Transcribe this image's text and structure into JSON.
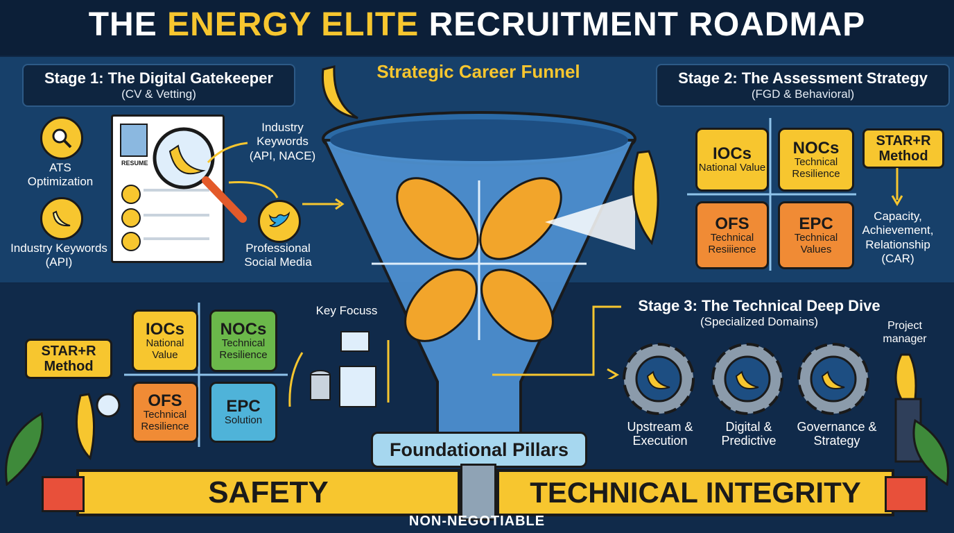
{
  "title": {
    "part1": "THE",
    "part2": "ENERGY ELITE",
    "part3": "RECRUITMENT ROADMAP"
  },
  "stage1": {
    "heading": "Stage 1: The Digital Gatekeeper",
    "sub": "(CV & Vetting)",
    "ats": "ATS Optimization",
    "keywords_api": "Industry Keywords (API)",
    "resume": "RESUME",
    "keywords_full": "Industry Keywords (API, NACE)",
    "social": "Professional Social Media"
  },
  "funnel": {
    "title": "Strategic Career Funnel",
    "pillars": "Foundational Pillars"
  },
  "stage2": {
    "heading": "Stage 2: The Assessment Strategy",
    "sub": "(FGD & Behavioral)",
    "cells": [
      {
        "name": "IOCs",
        "desc": "National Value",
        "color": "#f7c62f"
      },
      {
        "name": "NOCs",
        "desc": "Technical Resilience",
        "color": "#f7c62f"
      },
      {
        "name": "OFS",
        "desc": "Technical Resiiience",
        "color": "#f08b35"
      },
      {
        "name": "EPC",
        "desc": "Technical Values",
        "color": "#f08b35"
      }
    ],
    "method": "STAR+R Method",
    "car": "Capacity, Achievement, Relationship (CAR)"
  },
  "bottom_left": {
    "method": "STAR+R Method",
    "cells": [
      {
        "name": "IOCs",
        "desc": "National Value",
        "color": "#f7c62f"
      },
      {
        "name": "NOCs",
        "desc": "Technical Resilience",
        "color": "#6bb84a"
      },
      {
        "name": "OFS",
        "desc": "Technical Resilience",
        "color": "#f08b35"
      },
      {
        "name": "EPC",
        "desc": "Solution",
        "color": "#4fb3d9"
      }
    ],
    "focus": "Key Focuss"
  },
  "stage3": {
    "heading": "Stage 3: The Technical Deep Dive",
    "sub": "(Specialized Domains)",
    "gears": [
      "Upstream & Execution",
      "Digital & Predictive",
      "Governance & Strategy"
    ],
    "pm": "Project manager"
  },
  "ribbon": {
    "left": "SAFETY",
    "right": "TECHNICAL INTEGRITY",
    "footer": "NON-NEGOTIABLE"
  },
  "colors": {
    "yellow": "#f7c62f",
    "navy": "#0f2744",
    "orange": "#f08b35",
    "blue": "#4fb3d9",
    "green": "#6bb84a"
  }
}
